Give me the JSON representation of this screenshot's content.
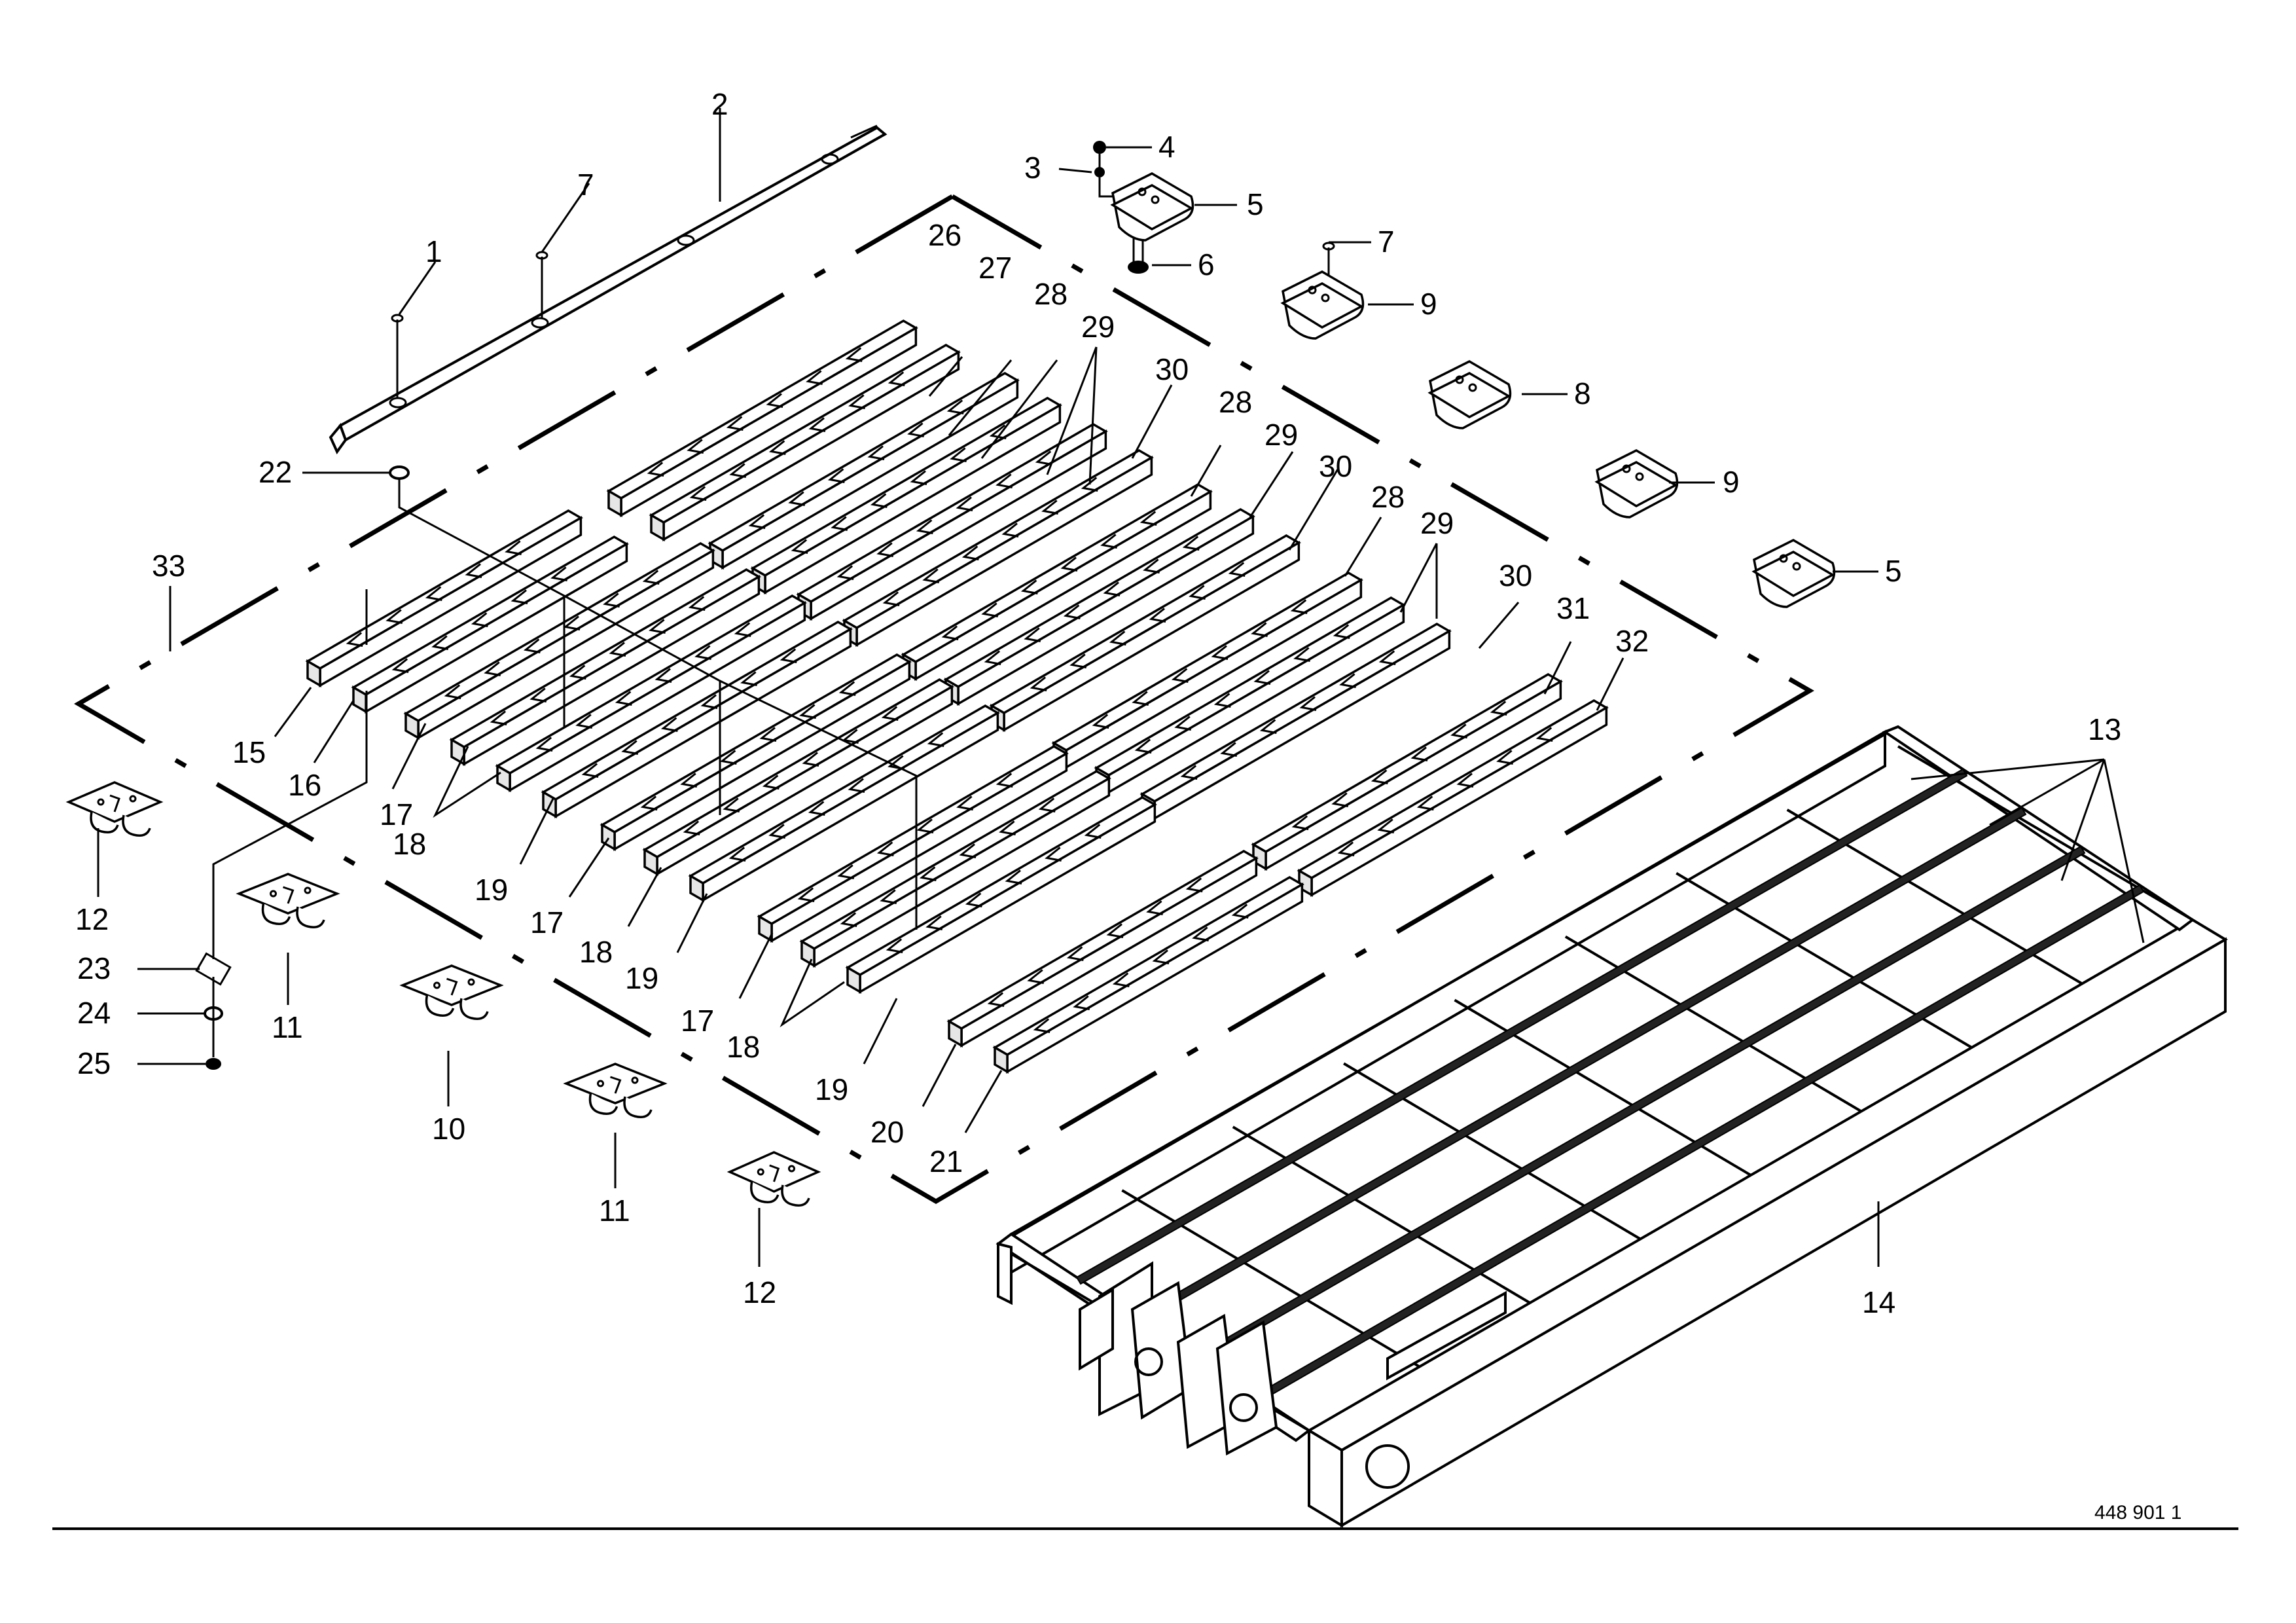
{
  "callouts": {
    "c1": "1",
    "c2": "2",
    "c3": "3",
    "c4": "4",
    "c5a": "5",
    "c5b": "5",
    "c6": "6",
    "c7a": "7",
    "c7b": "7",
    "c8": "8",
    "c9a": "9",
    "c9b": "9",
    "c10": "10",
    "c11a": "11",
    "c11b": "11",
    "c12a": "12",
    "c12b": "12",
    "c13": "13",
    "c14": "14",
    "c15": "15",
    "c16": "16",
    "c17a": "17",
    "c17b": "17",
    "c17c": "17",
    "c18a": "18",
    "c18b": "18",
    "c18c": "18",
    "c19a": "19",
    "c19b": "19",
    "c19c": "19",
    "c20": "20",
    "c21": "21",
    "c22": "22",
    "c23": "23",
    "c24": "24",
    "c25": "25",
    "c26": "26",
    "c27": "27",
    "c28a": "28",
    "c28b": "28",
    "c28c": "28",
    "c29a": "29",
    "c29b": "29",
    "c29c": "29",
    "c30a": "30",
    "c30b": "30",
    "c30c": "30",
    "c31": "31",
    "c32": "32",
    "c33": "33"
  },
  "drawing_number": "448 901 1",
  "colors": {
    "line": "#000000",
    "background": "#ffffff",
    "end_shade": "#e6e6e6"
  }
}
